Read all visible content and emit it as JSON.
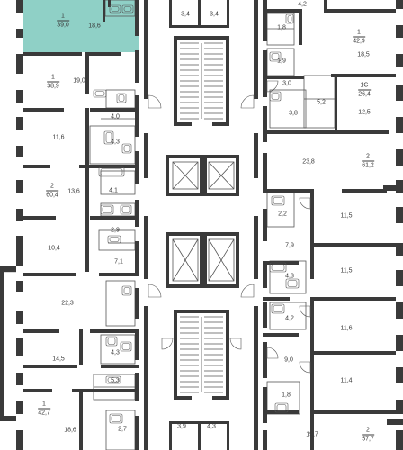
{
  "colors": {
    "wall": "#3a3a3a",
    "thin": "#555555",
    "highlight": "#8fd0c6",
    "text": "#3a3a3a",
    "window": "#9a9a9a"
  },
  "apartments": [
    {
      "id": "apt-1-39-0",
      "rooms": "1",
      "area": "39,0",
      "highlighted": true
    },
    {
      "id": "apt-1-38-9",
      "rooms": "1",
      "area": "38,9",
      "highlighted": false
    },
    {
      "id": "apt-2-60-4",
      "rooms": "2",
      "area": "60,4",
      "highlighted": false
    },
    {
      "id": "apt-1-42-7",
      "rooms": "1",
      "area": "42,7",
      "highlighted": false
    },
    {
      "id": "apt-1-42-9",
      "rooms": "1",
      "area": "42,9",
      "highlighted": false
    },
    {
      "id": "apt-1c-26-4",
      "rooms": "1С",
      "area": "26,4",
      "highlighted": false
    },
    {
      "id": "apt-2-61-2",
      "rooms": "2",
      "area": "61,2",
      "highlighted": false
    },
    {
      "id": "apt-2-57-7",
      "rooms": "2",
      "area": "57,7",
      "highlighted": false
    }
  ],
  "room_areas": [
    "18,6",
    "19,0",
    "4,0",
    "11,6",
    "4,3",
    "13,6",
    "4,1",
    "2,9",
    "10,4",
    "7,1",
    "22,3",
    "14,5",
    "4,3",
    "5,3",
    "18,6",
    "2,7",
    "3,4",
    "3,4",
    "3,9",
    "4,3",
    "4,2",
    "1,8",
    "18,5",
    "1,9",
    "3,0",
    "5,2",
    "12,5",
    "3,8",
    "23,8",
    "2,2",
    "11,5",
    "7,9",
    "11,5",
    "4,3",
    "4,2",
    "11,6",
    "9,0",
    "11,4",
    "1,8",
    "19,7"
  ]
}
